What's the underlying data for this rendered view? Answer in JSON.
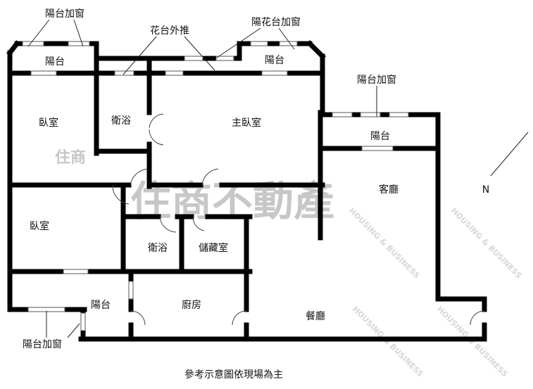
{
  "labels": {
    "balcony_window_top_left": "陽台加窗",
    "balcony_top_left": "陽台",
    "planter_extended": "花台外推",
    "balcony_planter_window": "陽花台加窗",
    "balcony_top_right": "陽台",
    "balcony_window_right": "陽台加窗",
    "bedroom_1": "臥室",
    "bathroom_1": "衛浴",
    "master_bedroom": "主臥室",
    "balcony_right": "陽台",
    "living_room": "客廳",
    "bedroom_2": "臥室",
    "bathroom_2": "衛浴",
    "storage": "儲藏室",
    "dining_room": "餐廳",
    "balcony_bottom": "陽台",
    "kitchen": "廚房",
    "balcony_window_bottom": "陽台加窗"
  },
  "compass": {
    "north": "N"
  },
  "footer_note": "參考示意圖依現場為主",
  "watermark": {
    "brand": "住商不動產",
    "logo": "住商",
    "english": "HOUSING & BUSINESS"
  },
  "colors": {
    "wall": "#000000",
    "watermark": "#9a9a9a"
  }
}
